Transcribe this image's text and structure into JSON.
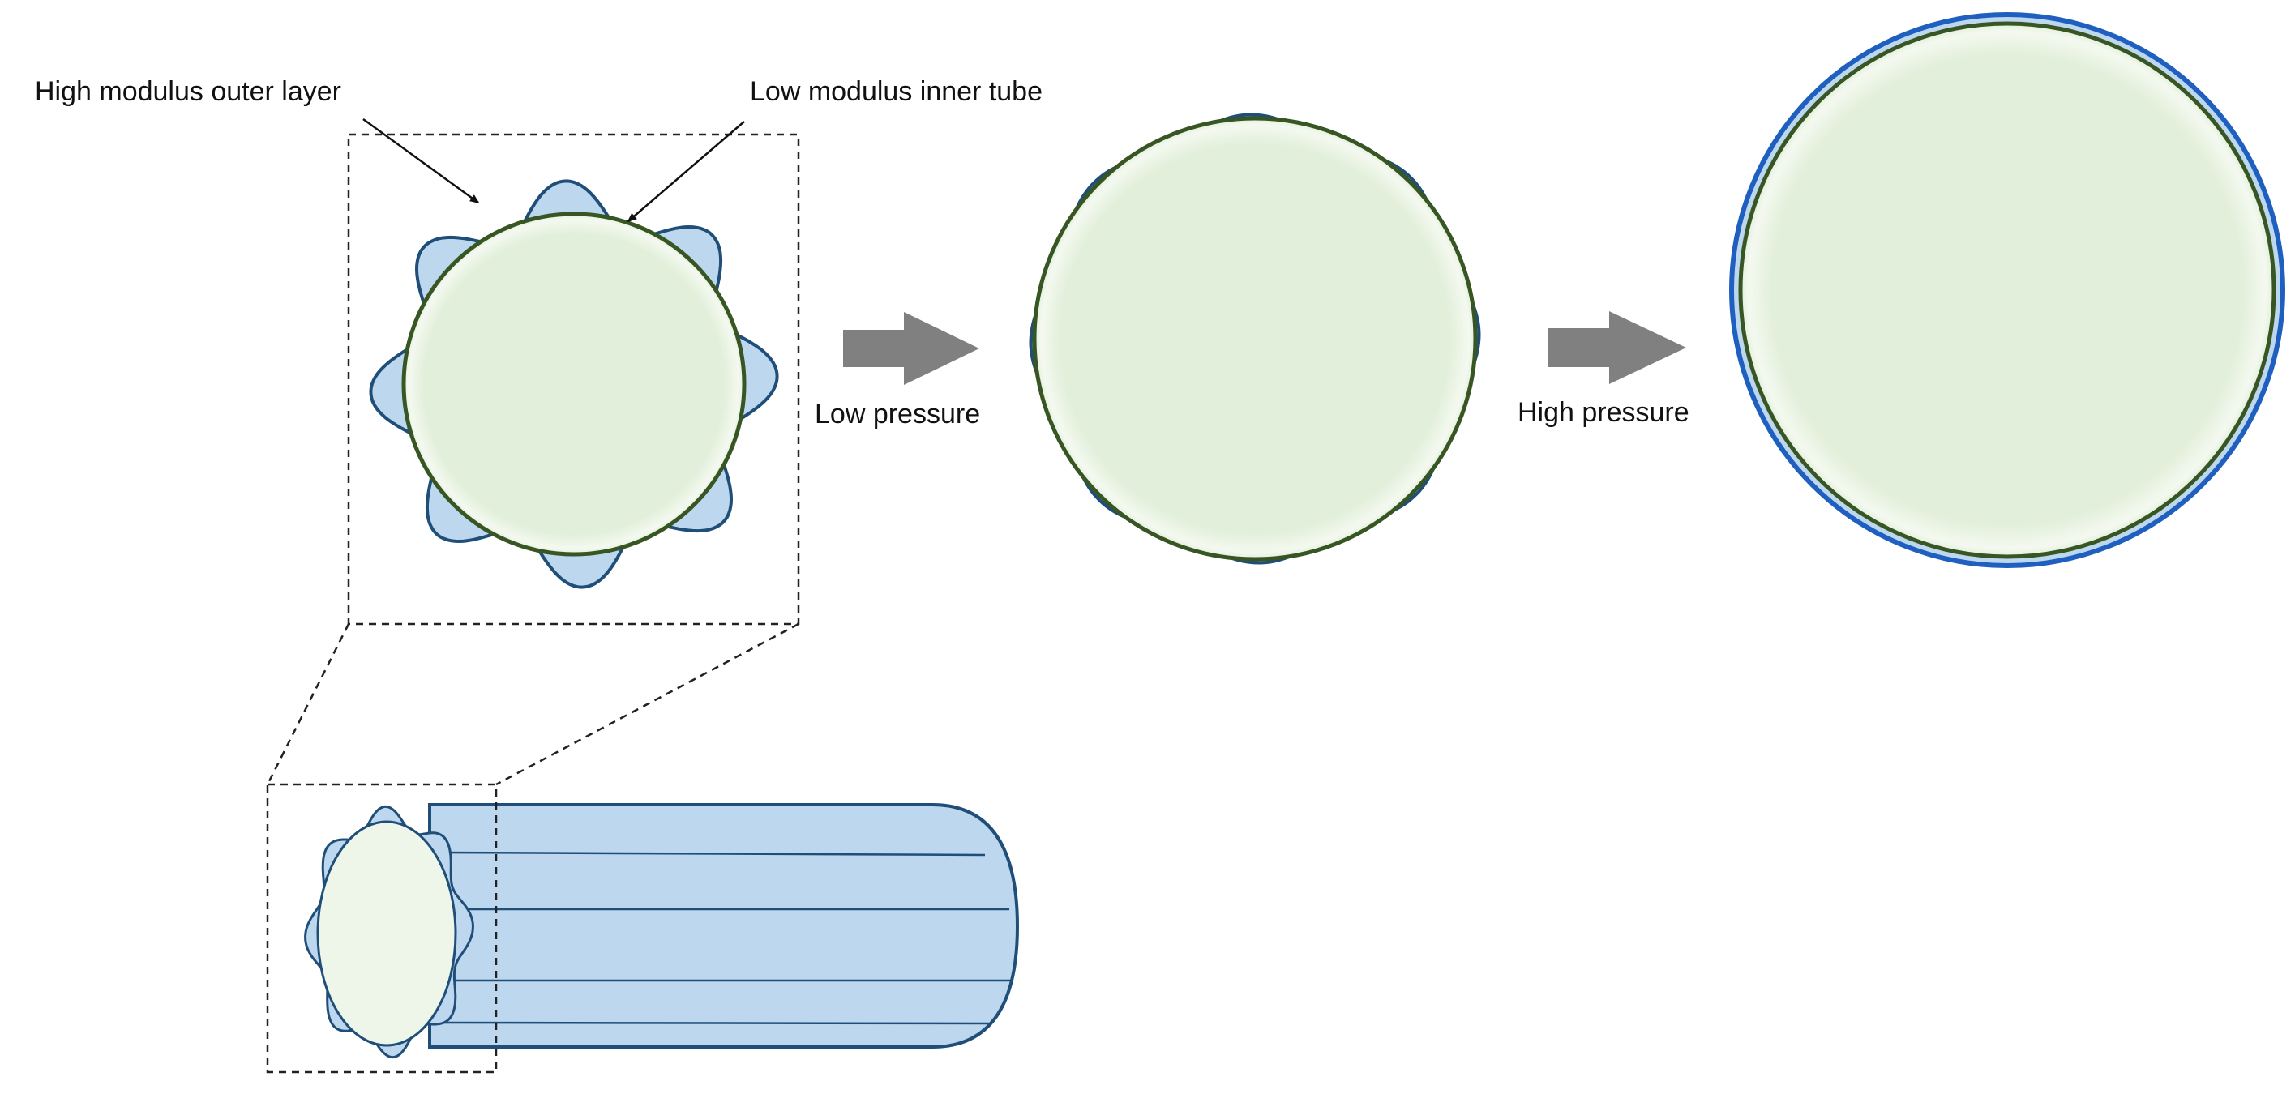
{
  "labels": {
    "outer_layer": "High modulus outer layer",
    "inner_tube": "Low modulus inner tube",
    "low_pressure": "Low pressure",
    "high_pressure": "High pressure"
  },
  "colors": {
    "outer_layer_fill": "#bdd7ee",
    "outer_layer_stroke": "#1f4e79",
    "inner_tube_fill": "#e2efda",
    "inner_tube_stroke": "#375623",
    "arrow": "#808080",
    "inflated_outer_stroke": "#1f5fbf"
  }
}
